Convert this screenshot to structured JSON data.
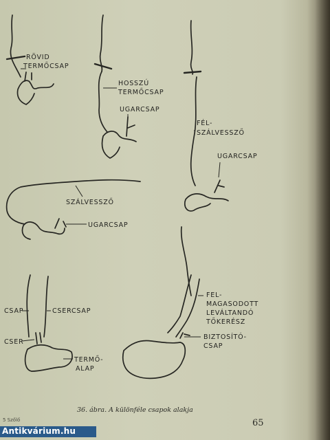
{
  "figure": {
    "labels": {
      "rovid_termocsap_1": "RÖVID",
      "rovid_termocsap_2": "TERMŐCSAP",
      "hosszu_termocsap_1": "HOSSZÚ",
      "hosszu_termocsap_2": "TERMŐCSAP",
      "ugarcsap_top": "UGARCSAP",
      "fel_szalvesszo_1": "FÉL-",
      "fel_szalvesszo_2": "SZÁLVESSZŐ",
      "ugarcsap_right": "UGARCSAP",
      "szalvesszo": "SZÁLVESSZŐ",
      "ugarcsap_mid": "UGARCSAP",
      "csap": "CSAP",
      "csercsap": "CSERCSAP",
      "cser": "CSER",
      "termo_alap_1": "TERMŐ-",
      "termo_alap_2": "ALAP",
      "felmagasodott_1": "FEL-",
      "felmagasodott_2": "MAGASODOTT",
      "felmagasodott_3": "LEVÁLTANDÓ",
      "felmagasodott_4": "TŐKERÉSZ",
      "biztosito_1": "BIZTOSÍTÓ-",
      "biztosito_2": "CSAP"
    }
  },
  "caption": "36. ábra. A különféle csapok alakja",
  "page_number": "65",
  "corner_note": "5 Szőlő",
  "watermark": "Antikvárium.hu",
  "colors": {
    "ink": "#232320",
    "paper": "#cbccb4",
    "watermark_bg": "#2a5a8a"
  }
}
